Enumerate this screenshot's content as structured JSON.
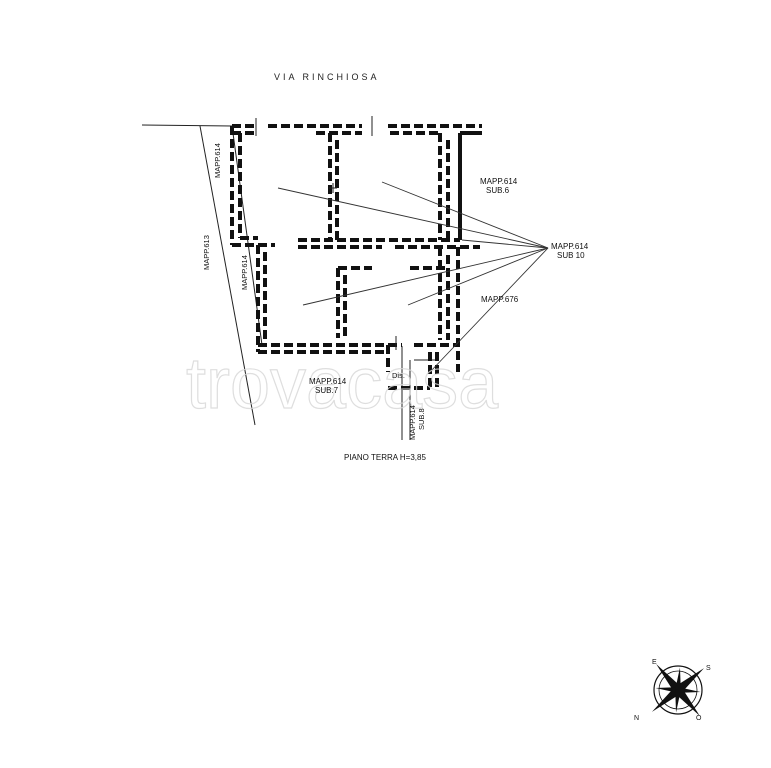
{
  "plan": {
    "street_name": "VIA RINCHIOSA",
    "floor_label": "PIANO TERRA H=3,85",
    "watermark": "trovacasa",
    "labels": {
      "mapp614_top": "MAPP.614",
      "mapp614_mid": "MAPP.614",
      "mapp613": "MAPP.613",
      "mapp614_sub6_a": "MAPP.614",
      "mapp614_sub6_b": "SUB.6",
      "mapp614_sub10_a": "MAPP.614",
      "mapp614_sub10_b": "SUB 10",
      "mapp676": "MAPP.676",
      "mapp614_sub7_a": "MAPP.614",
      "mapp614_sub7_b": "SUB.7",
      "mapp614_sub8_a": "MAPP.614",
      "mapp614_sub8_b": "SUB.8",
      "dis": "Dis."
    }
  },
  "compass": {
    "letters": {
      "n": "N",
      "s": "S",
      "e": "E",
      "o": "O"
    }
  }
}
